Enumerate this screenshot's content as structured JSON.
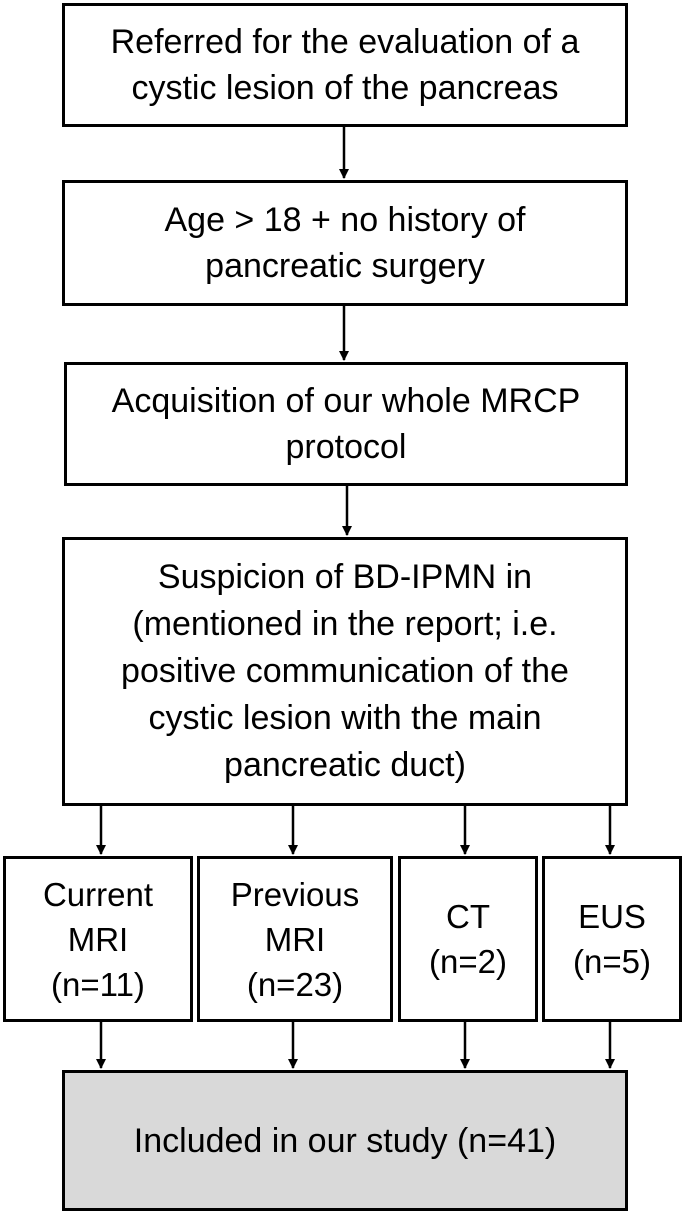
{
  "flowchart": {
    "step1": {
      "lines": [
        "Referred for the evaluation of a",
        "cystic lesion of the pancreas"
      ]
    },
    "step2": {
      "lines": [
        "Age > 18 + no history of",
        "pancreatic surgery"
      ]
    },
    "step3": {
      "lines": [
        "Acquisition of our whole MRCP",
        "protocol"
      ]
    },
    "step4": {
      "lines": [
        "Suspicion of BD-IPMN in",
        "(mentioned in the report; i.e.",
        "positive communication of the",
        "cystic lesion with the main",
        "pancreatic duct)"
      ]
    },
    "branches": [
      {
        "lines": [
          "Current",
          "MRI",
          "(n=11)"
        ]
      },
      {
        "lines": [
          "Previous",
          "MRI",
          "(n=23)"
        ]
      },
      {
        "lines": [
          "CT",
          "(n=2)"
        ]
      },
      {
        "lines": [
          "EUS",
          "(n=5)"
        ]
      }
    ],
    "final": {
      "lines": [
        "Included in our study (n=41)"
      ]
    }
  }
}
